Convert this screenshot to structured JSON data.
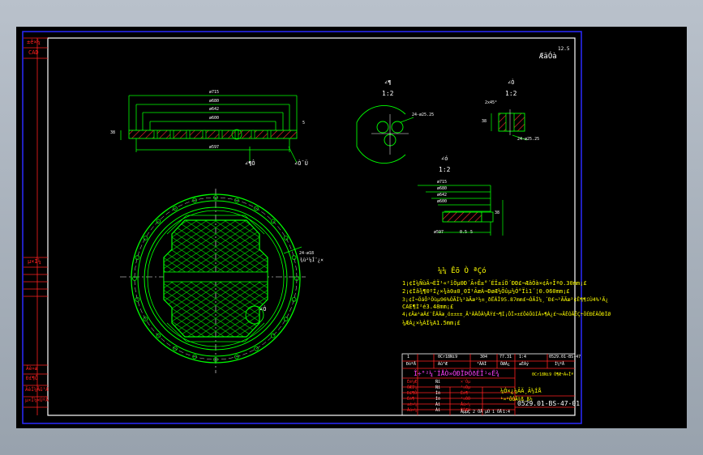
{
  "left_strip": {
    "top_labels": [
      "±ê×¼",
      "CAD"
    ],
    "mid_label": "µ×Í¼",
    "bottom_labels": [
      "Ãè»æ",
      "Ð£¶Ô",
      "ÃèÍ¼Ãû³Æ",
      "µ×Í¼×ÜºÅ"
    ]
  },
  "roughness": {
    "symbol": "12.5",
    "label": "ÆäÓà"
  },
  "side_view": {
    "dims": [
      "ø715",
      "ø680",
      "ø642",
      "ø600",
      "ø597"
    ],
    "side_dims": [
      "38",
      "5"
    ],
    "callouts": [
      "∠¶Ô",
      "∠Ò¯Ü"
    ]
  },
  "detail_a": {
    "title": "∠¶",
    "scale": "1:2",
    "note": "24-ø25.25"
  },
  "detail_b": {
    "title": "∠Ò",
    "scale": "1:2",
    "dims": [
      "2x45°",
      "38"
    ],
    "note": "24-ø25.25"
  },
  "detail_c": {
    "title": "∠ó",
    "scale": "1:2",
    "dims": [
      "ø715",
      "ø680",
      "ø642",
      "ø600",
      "ø597",
      "0.5",
      "5",
      "38"
    ]
  },
  "plan_view": {
    "hole_label": "24-ø18",
    "hole_note": "¾ù²¼Í¨¿×",
    "detail_mark": "∠Ò"
  },
  "tech_req": {
    "title": "¼¼ Êõ Ò ªÇó",
    "lines": [
      "1¡¢Í¼ÑùÄ¬ÈÏ¹«²îÖµ0Ð´Ã÷Ê±°´ÉÏ±íÖ´ÐÐ£¬ÆäÓà×¢Ã÷Îª0.30mm¡£",
      "2¡¢Íâ¾¶0ºÍ¿×¾à0±0¸0Í¹ÃæÁ¬ÐøÆ½Õûµ½Ó°Ïì1´¦0.060mm¡£",
      "3¡¢Í¬ÖáÔ²Öùµ96%ÓÃÍ¼²àÃæ²½±¸ðËÄÎ95.87mm£¬ÓÃÍ¼¸´Ð£¬²ÃÃæ²¢Ê¶¶íÙ4%¹Ã¿",
      "   CAE¶Ì²é3.48mm¡£",
      "4¡¢Ãæ¹æÄ£¨ËÄÃæ¸ö±±±±¸Ã¹ÄÄÔÂ¼ÅÝ£¬¶Í¡ÔÏ»±£ÕêÕûÍÂ»¶Á¿£¬»ÃËÓÃÊÇ÷ÖÉÐÊÂÖÐÏØ",
      "   ¼ÆÁ¿×¼ÀÍ¼A1.5mm¡£"
    ]
  },
  "title_block": {
    "row1": [
      "1",
      "0Cr18Ni9",
      "304",
      "77.31",
      "1:4",
      "0529.01-BS-47"
    ],
    "row2": [
      "ÐòºÅ",
      "Ãû³Æ",
      "²ÄÁÏ",
      "ÖØÁ¿",
      "±ÈÀý",
      "Í¼ºÅ"
    ],
    "company": "Î÷°²¼¯ÍÅÒ»ÓÐÏÞÔðÈÎ¹«Ë¾",
    "part_name": "¼Ó×¿¼ÃÄ¸Ã½ÍÅ",
    "part_sub": "¹¤²ÕÓÃ¾ß¸ß½",
    "drawing_no": "0529.01-BS-47-01",
    "material_note": "0Cr18Ni9  Ò¶Æ¬Ã÷Îª",
    "rows": [
      [
        "Éè¼Æ",
        "Ñî",
        "×¨Òµ"
      ],
      [
        "ÖÆÍ¼",
        "Ñî",
        "¹¤Òµ"
      ],
      [
        "Ð£¶Ô",
        "Íõ",
        "Éó¶¨"
      ],
      [
        "Éó¶¨",
        "Íõ",
        "¹¤ÒÕ"
      ],
      [
        "±ê×¼",
        "Àî",
        "Åú×¼"
      ],
      [
        "Åú×¼",
        "Àî",
        "ÈÕÆÚ"
      ]
    ],
    "footer": [
      "ÂµµÇ 2 ÕÅ",
      "µÚ 1 ÕÅ",
      "1:4"
    ]
  },
  "colors": {
    "background": "#000000",
    "border": "#ffffff",
    "frame": "#0000ff",
    "geometry": "#00ff00",
    "hatch": "#ff2020",
    "text": "#ffff00",
    "centerline": "#00ffff"
  }
}
